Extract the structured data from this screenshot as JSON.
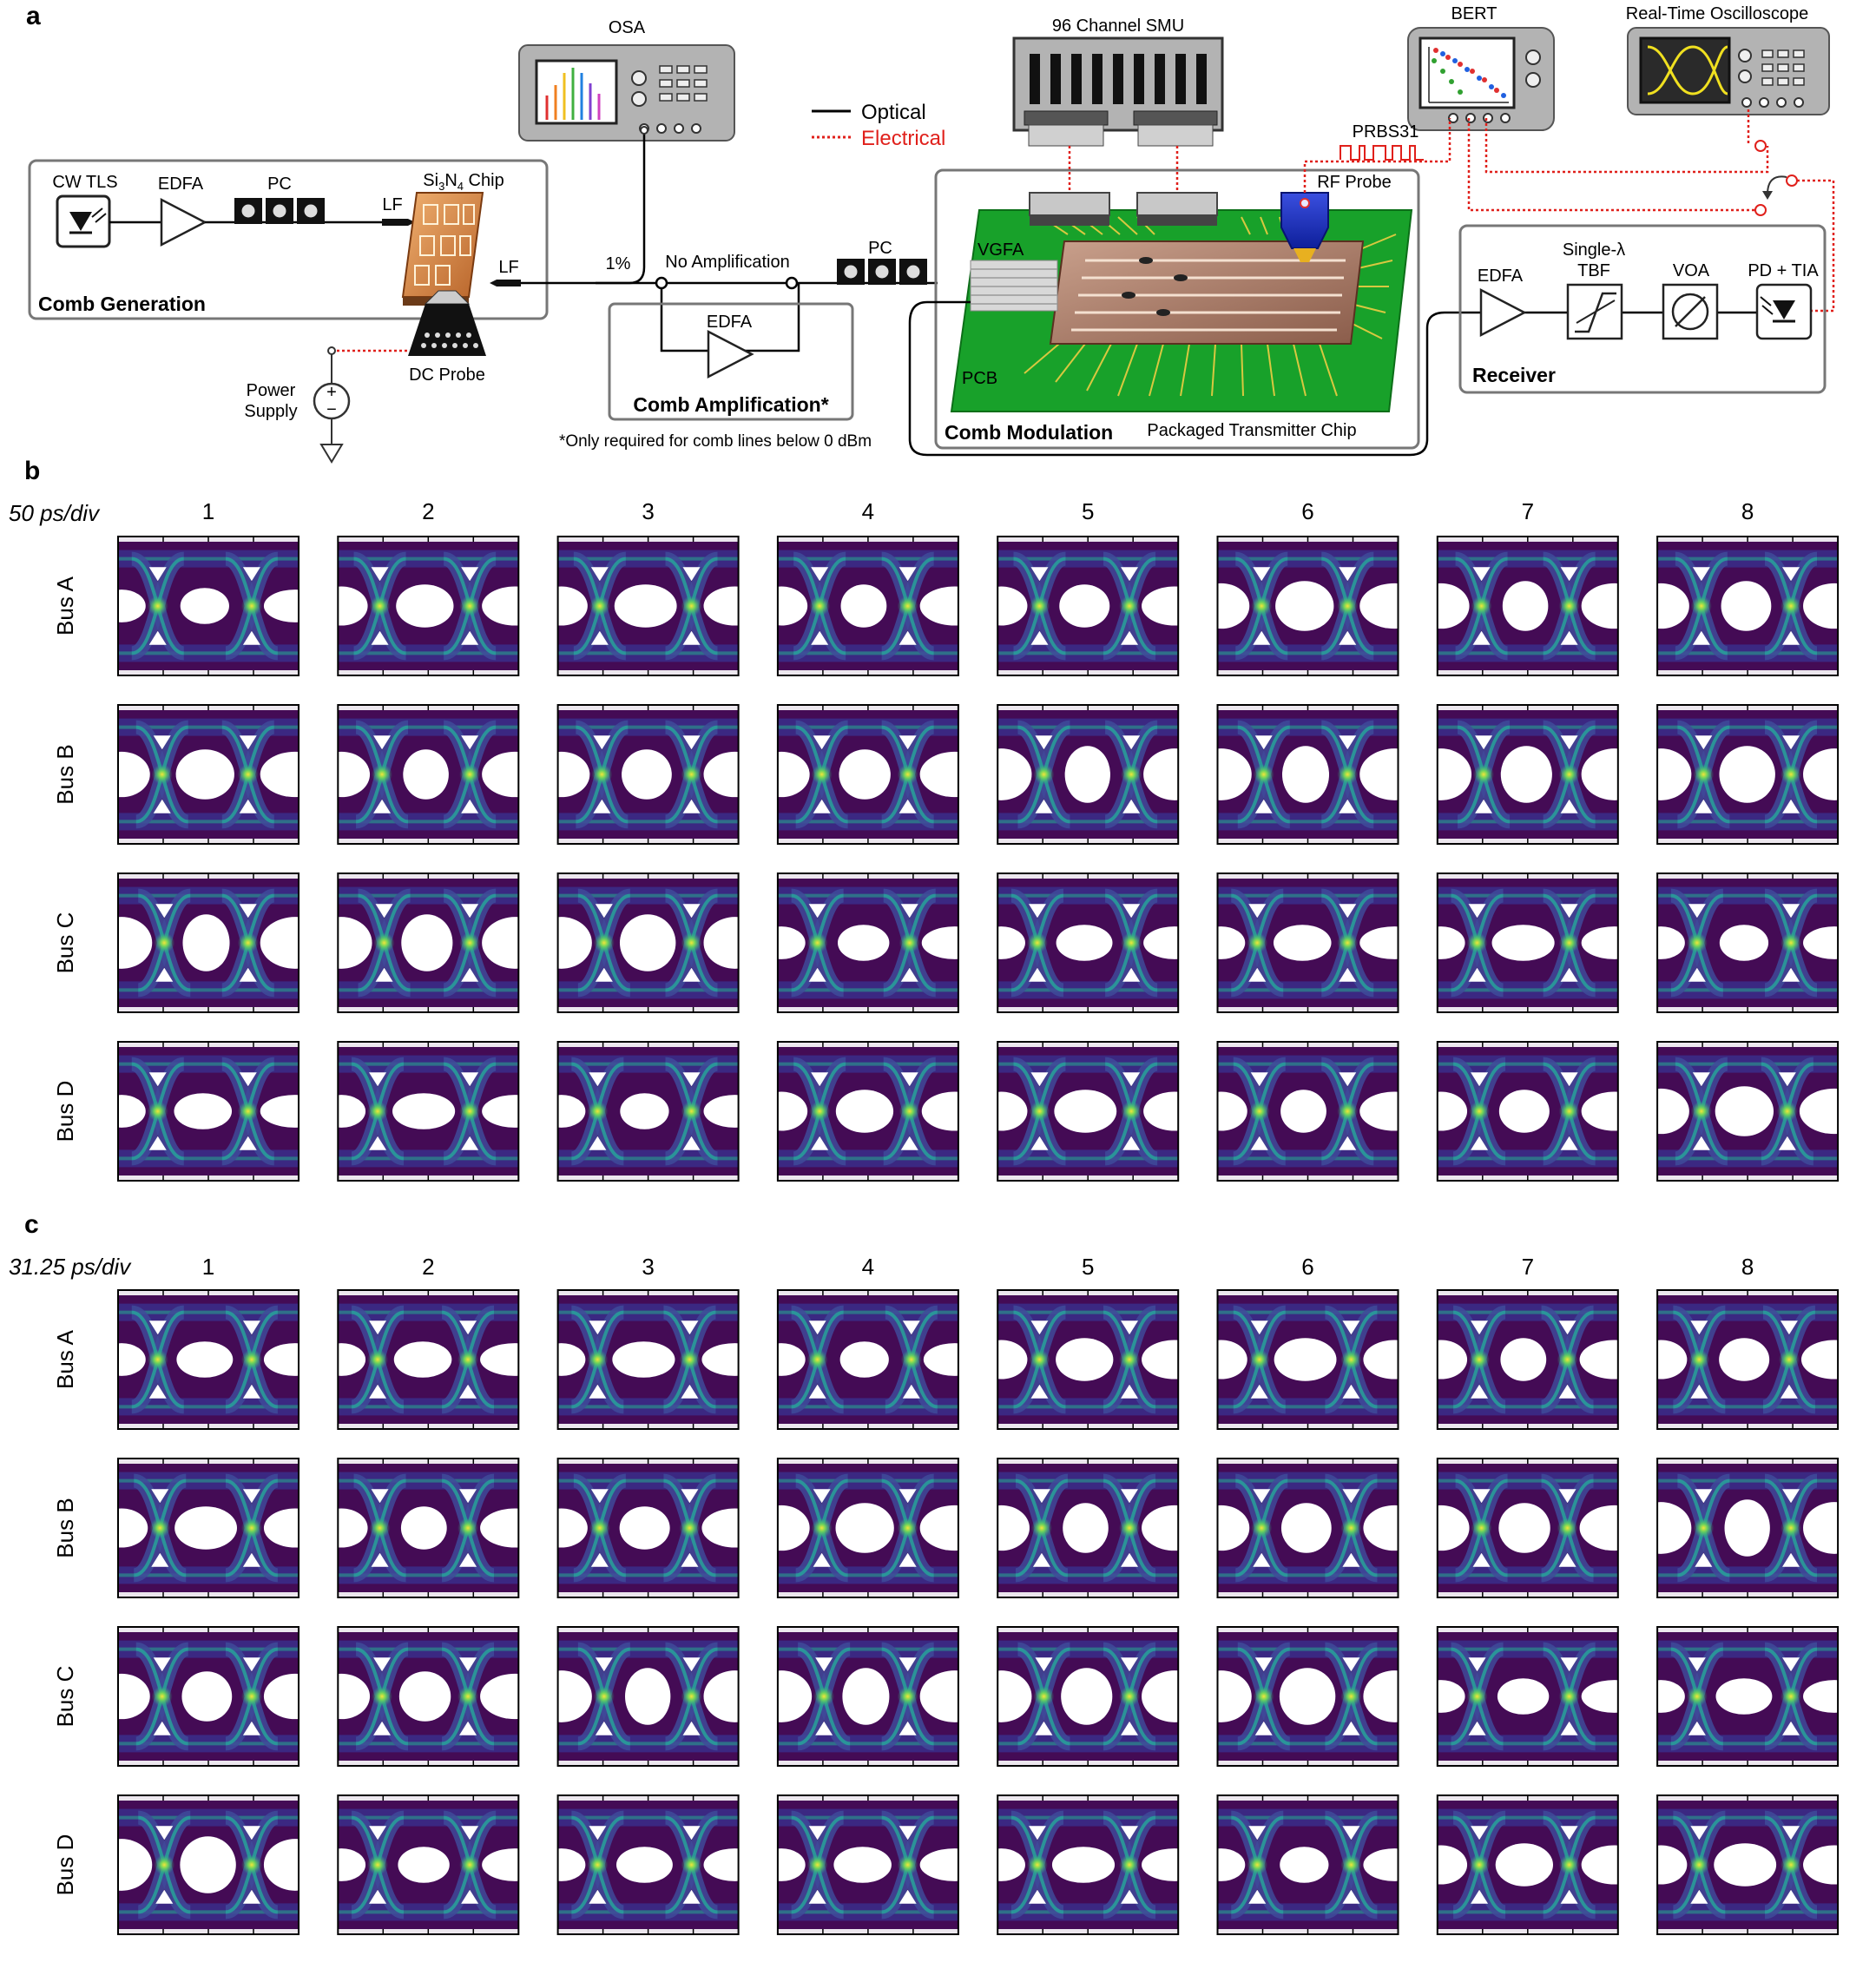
{
  "panels": {
    "a": {
      "letter": "a"
    },
    "b": {
      "letter": "b",
      "time_scale": "50 ps/div"
    },
    "c": {
      "letter": "c",
      "time_scale": "31.25 ps/div"
    }
  },
  "setup": {
    "legend": {
      "optical": "Optical",
      "electrical": "Electrical"
    },
    "instruments": {
      "osa": "OSA",
      "smu": "96 Channel SMU",
      "bert": "BERT",
      "oscilloscope": "Real-Time Oscilloscope",
      "prbs": "PRBS31"
    },
    "comb_generation": {
      "title": "Comb Generation",
      "cw_tls": "CW TLS",
      "edfa": "EDFA",
      "pc": "PC",
      "lf_in": "LF",
      "lf_out": "LF",
      "chip_prefix": "Si",
      "chip_sub1": "3",
      "chip_mid": "N",
      "chip_sub2": "4",
      "chip_suffix": " Chip",
      "dc_probe": "DC Probe",
      "power_supply_line1": "Power",
      "power_supply_line2": "Supply"
    },
    "tap": "1%",
    "no_amplification": "No Amplification",
    "comb_amplification": {
      "title": "Comb Amplification*",
      "edfa": "EDFA",
      "note": "*Only required for comb lines below 0 dBm"
    },
    "pc2": "PC",
    "comb_modulation": {
      "title": "Comb Modulation",
      "vgfa": "VGFA",
      "pcb": "PCB",
      "rf_probe": "RF Probe",
      "package": "Packaged Transmitter Chip"
    },
    "receiver": {
      "title": "Receiver",
      "edfa": "EDFA",
      "tbf_line1": "Single-λ",
      "tbf_line2": "TBF",
      "voa": "VOA",
      "pd_tia": "PD + TIA"
    }
  },
  "eye_grid": {
    "columns": [
      "1",
      "2",
      "3",
      "4",
      "5",
      "6",
      "7",
      "8"
    ],
    "rows": [
      "Bus A",
      "Bus B",
      "Bus C",
      "Bus D"
    ]
  },
  "colors": {
    "electrical": "#e0201b",
    "pcb_green": "#18a12a",
    "eye_bg": "#440b55",
    "eye_band": "#3b2a85",
    "eye_hot": "#21c48c",
    "eye_core": "#f2e53a"
  }
}
